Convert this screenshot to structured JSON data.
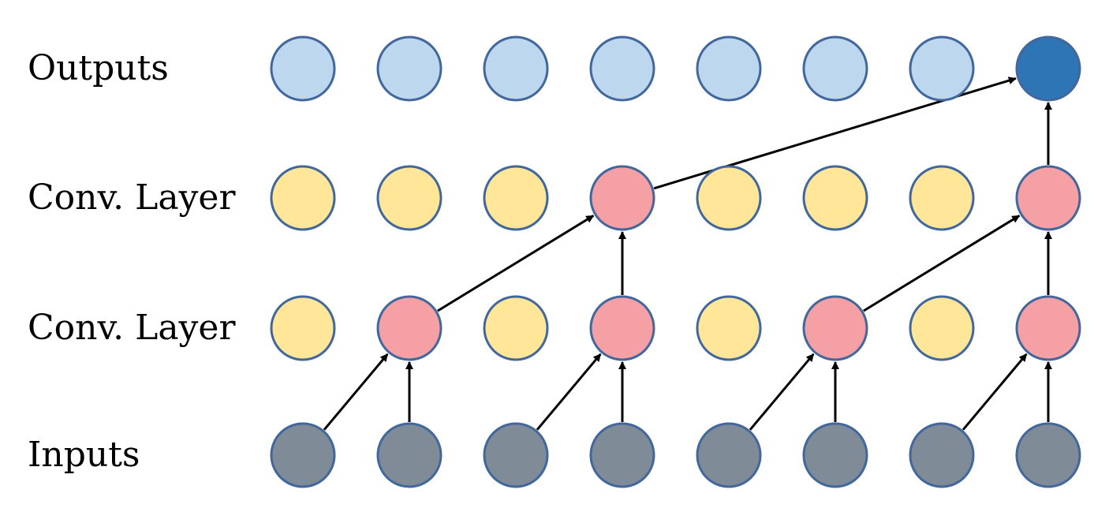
{
  "rows": [
    {
      "id": "outputs",
      "label": "Outputs"
    },
    {
      "id": "conv2",
      "label": "Conv. Layer"
    },
    {
      "id": "conv1",
      "label": "Conv. Layer"
    },
    {
      "id": "inputs",
      "label": "Inputs"
    }
  ],
  "node_count_per_row": 8,
  "colors": {
    "outputs": "#bdd7ee",
    "output_highlight": "#2e75b6",
    "conv_inactive": "#ffe699",
    "conv_active": "#f4a0a4",
    "inputs": "#808b98",
    "node_border": "#41679c",
    "arrow": "#000000"
  },
  "highlight": {
    "outputs": [
      7
    ],
    "conv2": [
      3,
      7
    ],
    "conv1": [
      1,
      3,
      5,
      7
    ],
    "inputs": []
  },
  "edges": [
    {
      "from": [
        "inputs",
        0
      ],
      "to": [
        "conv1",
        1
      ]
    },
    {
      "from": [
        "inputs",
        1
      ],
      "to": [
        "conv1",
        1
      ]
    },
    {
      "from": [
        "inputs",
        2
      ],
      "to": [
        "conv1",
        3
      ]
    },
    {
      "from": [
        "inputs",
        3
      ],
      "to": [
        "conv1",
        3
      ]
    },
    {
      "from": [
        "inputs",
        4
      ],
      "to": [
        "conv1",
        5
      ]
    },
    {
      "from": [
        "inputs",
        5
      ],
      "to": [
        "conv1",
        5
      ]
    },
    {
      "from": [
        "inputs",
        6
      ],
      "to": [
        "conv1",
        7
      ]
    },
    {
      "from": [
        "inputs",
        7
      ],
      "to": [
        "conv1",
        7
      ]
    },
    {
      "from": [
        "conv1",
        1
      ],
      "to": [
        "conv2",
        3
      ]
    },
    {
      "from": [
        "conv1",
        3
      ],
      "to": [
        "conv2",
        3
      ]
    },
    {
      "from": [
        "conv1",
        5
      ],
      "to": [
        "conv2",
        7
      ]
    },
    {
      "from": [
        "conv1",
        7
      ],
      "to": [
        "conv2",
        7
      ]
    },
    {
      "from": [
        "conv2",
        3
      ],
      "to": [
        "outputs",
        7
      ]
    },
    {
      "from": [
        "conv2",
        7
      ],
      "to": [
        "outputs",
        7
      ]
    }
  ]
}
